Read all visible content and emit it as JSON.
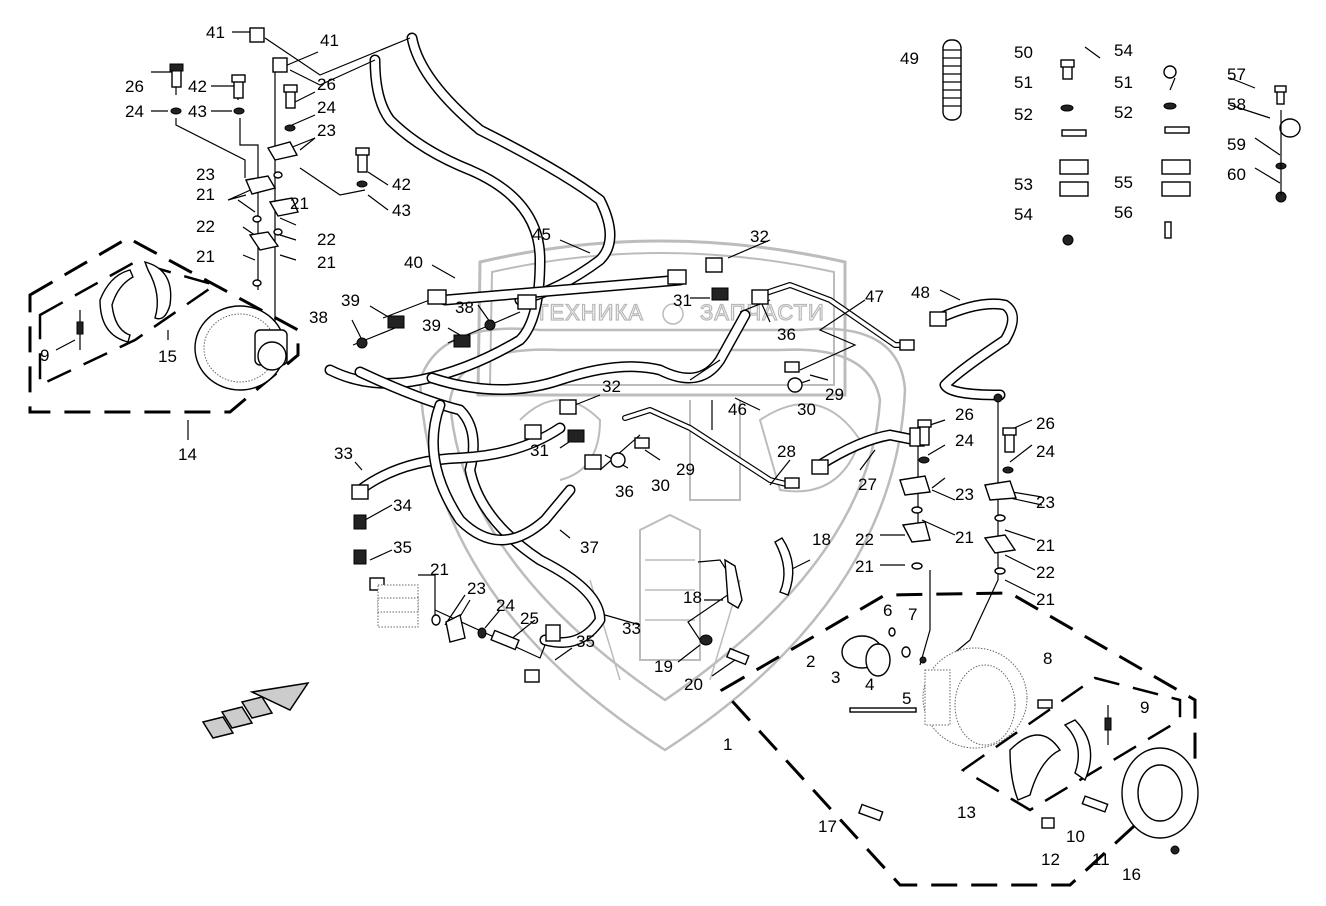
{
  "diagram": {
    "title": "Hydraulic brake lines exploded parts diagram",
    "watermark": {
      "left_word": "ТЕХНИКА",
      "right_word": "ЗАПЧАСТИ",
      "logo_letters": "ЭПФ",
      "color": "#bcbcbc"
    },
    "line_color": "#000000",
    "direction_arrow": "forward-arrow",
    "callouts": [
      {
        "id": "c41a",
        "text": "41"
      },
      {
        "id": "c41b",
        "text": "41"
      },
      {
        "id": "c26a",
        "text": "26"
      },
      {
        "id": "c42a",
        "text": "42"
      },
      {
        "id": "c24a",
        "text": "24"
      },
      {
        "id": "c43a",
        "text": "43"
      },
      {
        "id": "c26b",
        "text": "26"
      },
      {
        "id": "c24b",
        "text": "24"
      },
      {
        "id": "c23a",
        "text": "23"
      },
      {
        "id": "c23b",
        "text": "23"
      },
      {
        "id": "c42b",
        "text": "42"
      },
      {
        "id": "c21a",
        "text": "21"
      },
      {
        "id": "c43b",
        "text": "43"
      },
      {
        "id": "c21b",
        "text": "21"
      },
      {
        "id": "c22a",
        "text": "22"
      },
      {
        "id": "c22b",
        "text": "22"
      },
      {
        "id": "c21c",
        "text": "21"
      },
      {
        "id": "c21d",
        "text": "21"
      },
      {
        "id": "c9a",
        "text": "9"
      },
      {
        "id": "c15",
        "text": "15"
      },
      {
        "id": "c14",
        "text": "14"
      },
      {
        "id": "c45",
        "text": "45"
      },
      {
        "id": "c40",
        "text": "40"
      },
      {
        "id": "c39a",
        "text": "39"
      },
      {
        "id": "c38a",
        "text": "38"
      },
      {
        "id": "c38b",
        "text": "38"
      },
      {
        "id": "c39b",
        "text": "39"
      },
      {
        "id": "c32a",
        "text": "32"
      },
      {
        "id": "c31a",
        "text": "31"
      },
      {
        "id": "c36a",
        "text": "36"
      },
      {
        "id": "c47",
        "text": "47"
      },
      {
        "id": "c48",
        "text": "48"
      },
      {
        "id": "c46",
        "text": "46"
      },
      {
        "id": "c29a",
        "text": "29"
      },
      {
        "id": "c30a",
        "text": "30"
      },
      {
        "id": "c32b",
        "text": "32"
      },
      {
        "id": "c31b",
        "text": "31"
      },
      {
        "id": "c36b",
        "text": "36"
      },
      {
        "id": "c30b",
        "text": "30"
      },
      {
        "id": "c29b",
        "text": "29"
      },
      {
        "id": "c28",
        "text": "28"
      },
      {
        "id": "c27",
        "text": "27"
      },
      {
        "id": "c33a",
        "text": "33"
      },
      {
        "id": "c34",
        "text": "34"
      },
      {
        "id": "c35a",
        "text": "35"
      },
      {
        "id": "c37",
        "text": "37"
      },
      {
        "id": "c18a",
        "text": "18"
      },
      {
        "id": "c18b",
        "text": "18"
      },
      {
        "id": "c21e",
        "text": "21"
      },
      {
        "id": "c23c",
        "text": "23"
      },
      {
        "id": "c24c",
        "text": "24"
      },
      {
        "id": "c25",
        "text": "25"
      },
      {
        "id": "c33b",
        "text": "33"
      },
      {
        "id": "c35b",
        "text": "35"
      },
      {
        "id": "c19",
        "text": "19"
      },
      {
        "id": "c20",
        "text": "20"
      },
      {
        "id": "c26c",
        "text": "26"
      },
      {
        "id": "c24d",
        "text": "24"
      },
      {
        "id": "c23d",
        "text": "23"
      },
      {
        "id": "c21f",
        "text": "21"
      },
      {
        "id": "c22c",
        "text": "22"
      },
      {
        "id": "c21g",
        "text": "21"
      },
      {
        "id": "c26d",
        "text": "26"
      },
      {
        "id": "c24e",
        "text": "24"
      },
      {
        "id": "c23e",
        "text": "23"
      },
      {
        "id": "c21h",
        "text": "21"
      },
      {
        "id": "c22d",
        "text": "22"
      },
      {
        "id": "c21i",
        "text": "21"
      },
      {
        "id": "c6",
        "text": "6"
      },
      {
        "id": "c7",
        "text": "7"
      },
      {
        "id": "c2",
        "text": "2"
      },
      {
        "id": "c3",
        "text": "3"
      },
      {
        "id": "c4",
        "text": "4"
      },
      {
        "id": "c5",
        "text": "5"
      },
      {
        "id": "c8",
        "text": "8"
      },
      {
        "id": "c9b",
        "text": "9"
      },
      {
        "id": "c1",
        "text": "1"
      },
      {
        "id": "c13",
        "text": "13"
      },
      {
        "id": "c17",
        "text": "17"
      },
      {
        "id": "c10",
        "text": "10"
      },
      {
        "id": "c12",
        "text": "12"
      },
      {
        "id": "c11",
        "text": "11"
      },
      {
        "id": "c16",
        "text": "16"
      },
      {
        "id": "c49",
        "text": "49"
      },
      {
        "id": "c50",
        "text": "50"
      },
      {
        "id": "c51a",
        "text": "51"
      },
      {
        "id": "c52a",
        "text": "52"
      },
      {
        "id": "c53",
        "text": "53"
      },
      {
        "id": "c54a",
        "text": "54"
      },
      {
        "id": "c54b",
        "text": "54"
      },
      {
        "id": "c51b",
        "text": "51"
      },
      {
        "id": "c52b",
        "text": "52"
      },
      {
        "id": "c55",
        "text": "55"
      },
      {
        "id": "c56",
        "text": "56"
      },
      {
        "id": "c57",
        "text": "57"
      },
      {
        "id": "c58",
        "text": "58"
      },
      {
        "id": "c59",
        "text": "59"
      },
      {
        "id": "c60",
        "text": "60"
      }
    ]
  }
}
